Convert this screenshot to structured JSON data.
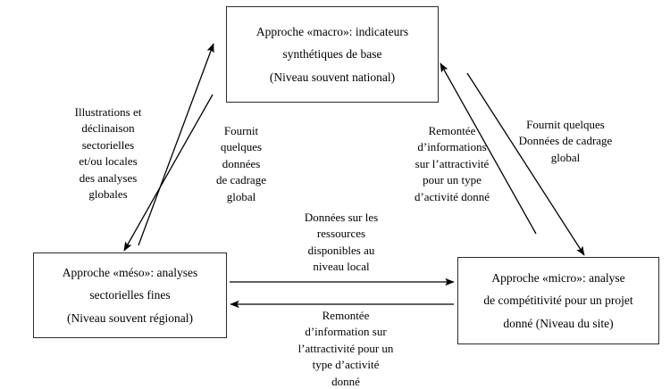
{
  "diagram": {
    "title": "Approches macro, meso et micro de l'attractivite",
    "background_color": "#ffffff",
    "stroke_color": "#000000",
    "text_color": "#000000"
  },
  "nodes": {
    "macro": {
      "name": "approche-macro",
      "lines": [
        "Approche «macro»: indicateurs",
        "synthétiques de base",
        "(Niveau souvent national)"
      ]
    },
    "meso": {
      "name": "approche-meso",
      "lines": [
        "Approche «méso»: analyses",
        "sectorielles fines",
        "(Niveau souvent régional)"
      ]
    },
    "micro": {
      "name": "approche-micro",
      "lines": [
        "Approche «micro»: analyse",
        "de compétitivité pour un projet",
        "donné (Niveau du site)"
      ]
    }
  },
  "edge_labels": {
    "meso_to_macro": {
      "lines": [
        "Illustrations et",
        "déclinaison",
        "sectorielles",
        "et/ou locales",
        "des analyses",
        "globales"
      ]
    },
    "macro_to_meso": {
      "lines": [
        "Fournit",
        "quelques",
        "données",
        "de cadrage",
        "global"
      ]
    },
    "micro_to_macro": {
      "lines": [
        "Remontée",
        "d’informations",
        "sur l’attractivité",
        "pour un type",
        "d’activité donné"
      ]
    },
    "macro_to_micro": {
      "lines": [
        "Fournit quelques",
        "Données de cadrage",
        "global"
      ]
    },
    "meso_to_micro": {
      "lines": [
        "Données sur les",
        "ressources",
        "disponibles au",
        "niveau local"
      ]
    },
    "micro_to_meso": {
      "lines": [
        "Remontée",
        "d’information sur",
        "l’attractivité pour un",
        "type d’activité",
        "donné"
      ]
    }
  },
  "edges": [
    {
      "name": "arrow-meso-to-macro",
      "from": "meso",
      "to": "macro",
      "direction": "up-right"
    },
    {
      "name": "arrow-macro-to-meso",
      "from": "macro",
      "to": "meso",
      "direction": "down-left"
    },
    {
      "name": "arrow-micro-to-macro",
      "from": "micro",
      "to": "macro",
      "direction": "up-left"
    },
    {
      "name": "arrow-macro-to-micro",
      "from": "macro",
      "to": "micro",
      "direction": "down-right"
    },
    {
      "name": "arrow-meso-to-micro",
      "from": "meso",
      "to": "micro",
      "direction": "right"
    },
    {
      "name": "arrow-micro-to-meso",
      "from": "micro",
      "to": "meso",
      "direction": "left"
    }
  ]
}
